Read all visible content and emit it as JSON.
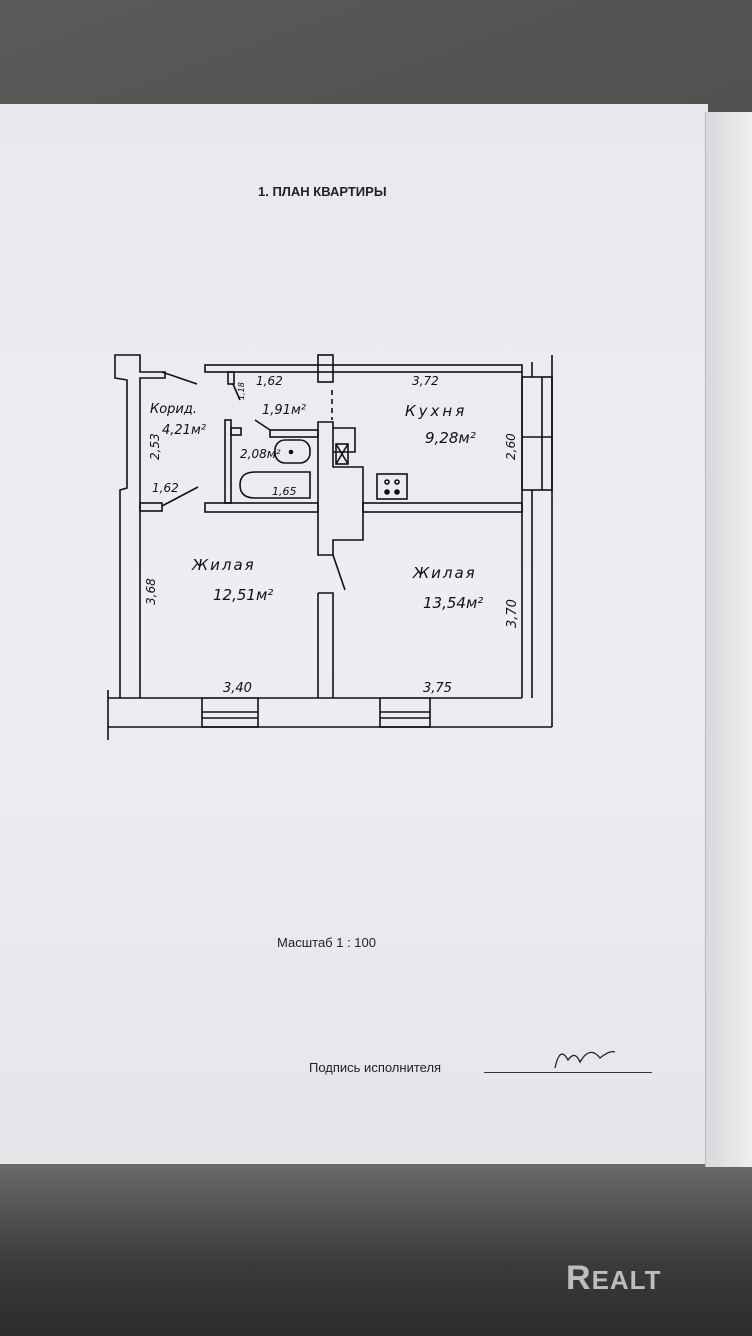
{
  "document": {
    "title": "1. ПЛАН КВАРТИРЫ",
    "scale": "Масштаб 1 : 100",
    "signature_label": "Подпись исполнителя"
  },
  "plan": {
    "rooms": [
      {
        "name": "Корид.",
        "area": "4,21м²"
      },
      {
        "name": "",
        "area": "1,91м²"
      },
      {
        "name": "",
        "area": "2,08м²"
      },
      {
        "name": "Кухня",
        "area": "9,28м²"
      },
      {
        "name": "Жилая",
        "area": "12,51м²"
      },
      {
        "name": "Жилая",
        "area": "13,54м²"
      }
    ],
    "dimensions": {
      "wc_width": "1,62",
      "wc_depth": "1,18",
      "kitchen_width": "3,72",
      "kitchen_depth": "2,60",
      "corridor_depth": "2,53",
      "corridor_width": "1,62",
      "bath_width": "1,65",
      "room1_depth": "3,68",
      "room1_width": "3,40",
      "room2_width": "3,75",
      "room2_depth": "3,70"
    }
  },
  "watermark": {
    "logo": "REALT"
  }
}
